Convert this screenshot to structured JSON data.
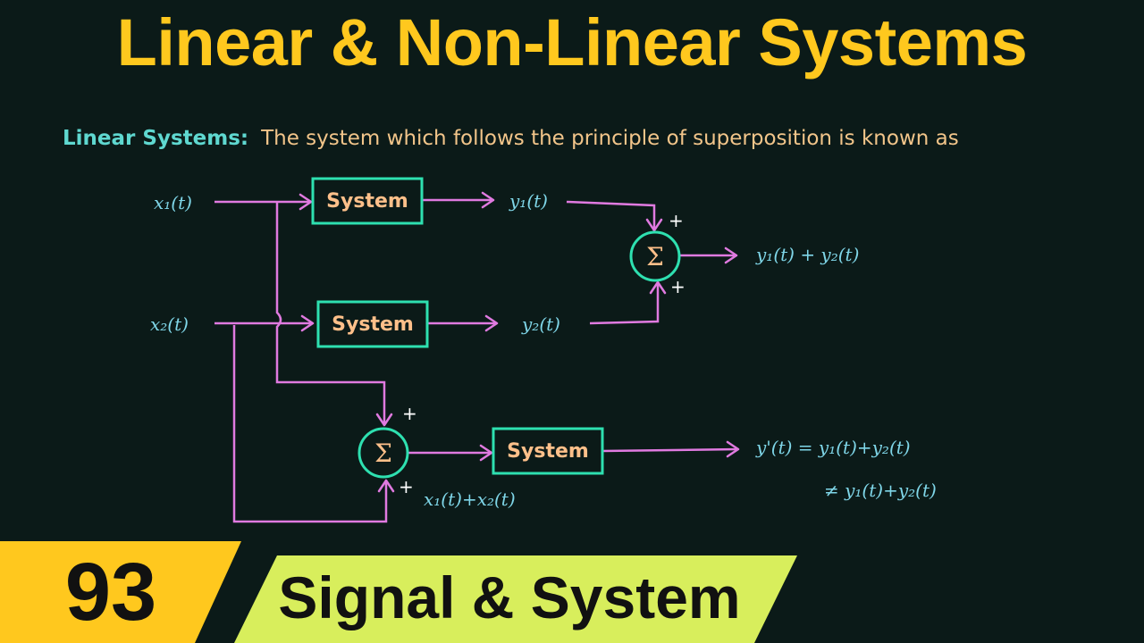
{
  "title": "Linear & Non-Linear Systems",
  "intro": {
    "label": "Linear Systems:",
    "text": "The system which follows the principle of superposition is known as"
  },
  "diagram": {
    "box_label": "System",
    "sigma": "Σ",
    "plus": "+",
    "inputs": {
      "x1": "x₁(t)",
      "x2": "x₂(t)"
    },
    "outputs": {
      "y1": "y₁(t)",
      "y2": "y₂(t)",
      "sum": "y₁(t) + y₂(t)"
    },
    "combined_input": "x₁(t)+x₂(t)",
    "result_line1": "y'(t) = y₁(t)+y₂(t)",
    "result_line2": "≠ y₁(t)+y₂(t)"
  },
  "footer": {
    "episode_number": "93",
    "series": "Signal & System",
    "number_bg": "#ffc81e",
    "series_bg": "#d8ee5c"
  },
  "colors": {
    "background": "#0b1a18",
    "title": "#ffc81e",
    "box_stroke": "#2ee0b0",
    "wire": "#e07ae0",
    "signal_text": "#7fd6e8"
  }
}
